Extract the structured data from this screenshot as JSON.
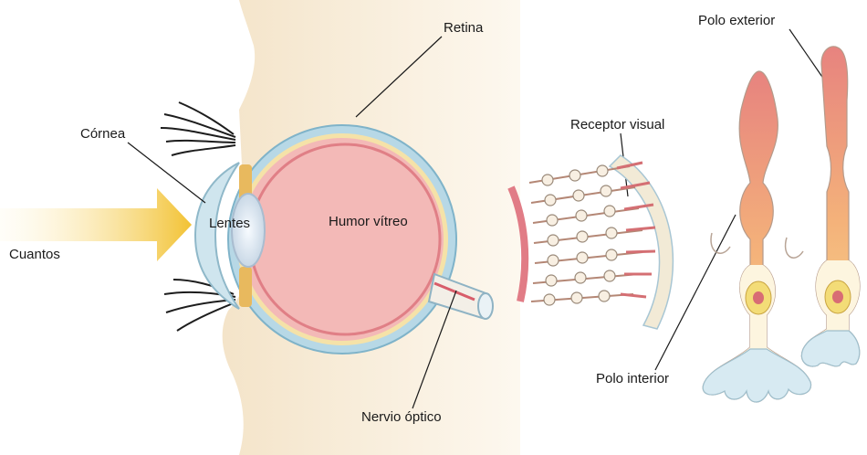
{
  "labels": {
    "retina": "Retina",
    "cornea": "Córnea",
    "lens": "Lentes",
    "vitreous": "Humor vítreo",
    "quanta": "Cuantos",
    "optic_nerve": "Nervio óptico",
    "visual_receptor": "Receptor visual",
    "outer_pole": "Polo exterior",
    "inner_pole": "Polo interior"
  },
  "colors": {
    "skin": "#f7ecd8",
    "sclera": "#b9dbe9",
    "vitreous": "#f3b8b8",
    "retina_line": "#d85d6a",
    "arrow": "#f2c94c",
    "cell_top": "#e98b86",
    "cell_bottom": "#f7d08a",
    "cell_base": "#d8ebf2",
    "nucleus": "#f2de7a"
  }
}
